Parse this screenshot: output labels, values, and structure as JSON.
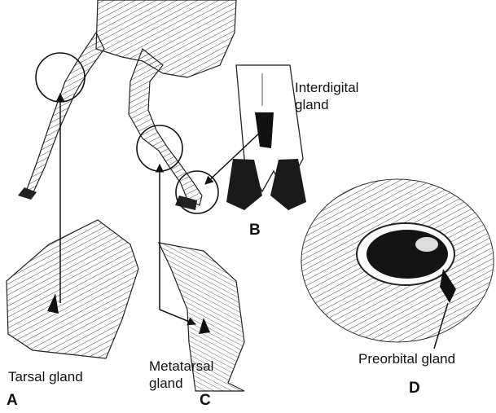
{
  "diagram": {
    "labels": {
      "interdigital_line1": "Interdigital",
      "interdigital_line2": "gland",
      "tarsal": "Tarsal gland",
      "metatarsal_line1": "Metatarsal",
      "metatarsal_line2": "gland",
      "preorbital": "Preorbital gland"
    },
    "panel_letters": {
      "a": "A",
      "b": "B",
      "c": "C",
      "d": "D"
    }
  }
}
